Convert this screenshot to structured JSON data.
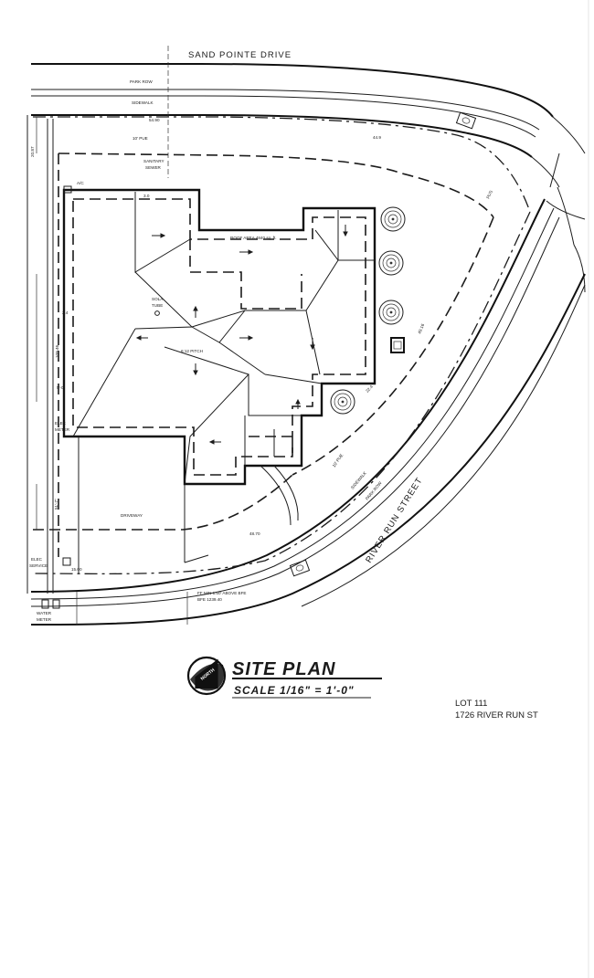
{
  "streets": {
    "north": "SAND POINTE DRIVE",
    "east": "RIVER RUN STREET"
  },
  "labels": {
    "park_row_top": "PARK ROW",
    "sidewalk_top": "SIDEWALK",
    "dim_top": "54.90",
    "dim_top_right": "44.9",
    "pue_top": "10' PUE",
    "sanitary_sewer_1": "SANITARY",
    "sanitary_sewer_2": "SEWER",
    "dim_left_top": "20.87",
    "ac": "A/C",
    "dim_ac": "3.0",
    "roof_area": "ROOF AREA 4840 sq. ft.",
    "sola_tube_1": "SOLA",
    "sola_tube_2": "TUBE",
    "pitch": "6:12 PITCH",
    "dim_left_mid": "2.4",
    "dim_left_long": "109.46",
    "dim_left_small": "5'-0\"",
    "elec_meter_1": "ELEC",
    "elec_meter_2": "METER",
    "driveway": "DRIVEWAY",
    "dim_left_bottom": "51'-7\"",
    "elec_service_1": "ELEC",
    "elec_service_2": "SERVICE",
    "dim_bottom_left": "15.00",
    "dim_bottom": "48.70",
    "ff_line_1": "FF MIN 1.50' ABOVE BFE",
    "ff_line_2": "BFE 1239.40",
    "water_meter_1": "WATER",
    "water_meter_2": "METER",
    "pue_right": "10' PUE",
    "sidewalk_right": "SIDEWALK",
    "park_row_right": "PARK ROW",
    "dim_right": "49.16",
    "pus": "PUS",
    "dim_right_small": "22.4"
  },
  "title_block": {
    "badge": "NORTH",
    "title": "SITE PLAN",
    "scale": "SCALE 1/16\" = 1'-0\""
  },
  "lot_info": {
    "lot": "LOT 111",
    "address": "1726 RIVER RUN ST"
  }
}
